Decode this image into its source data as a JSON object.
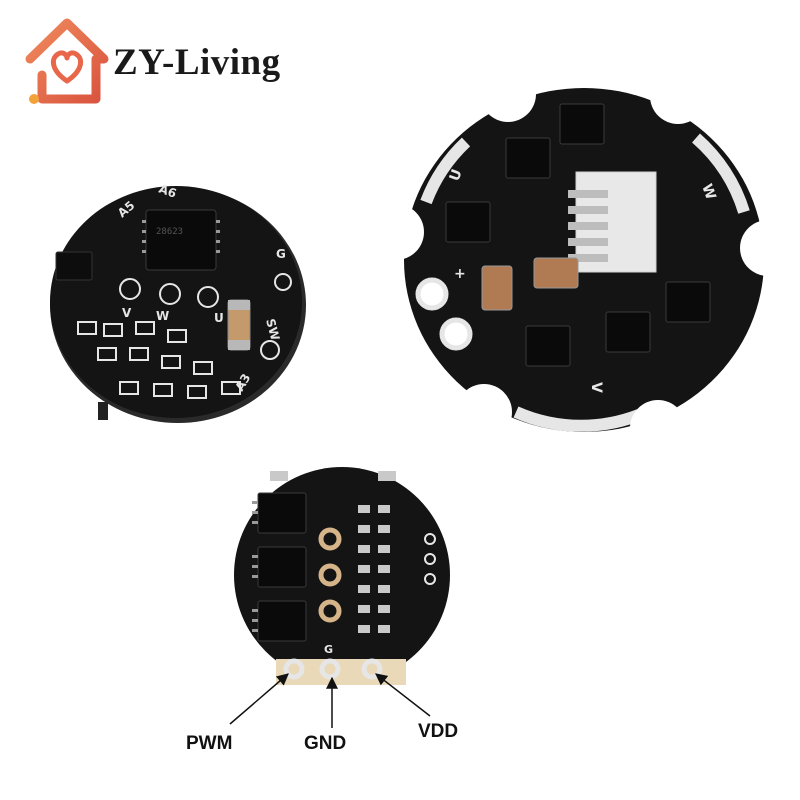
{
  "brand": {
    "name": "ZY-Living",
    "logo_icon": "house-heart-icon",
    "logo_color": "#e8674a"
  },
  "pcb_silk": {
    "board1": [
      "A6",
      "A5",
      "U",
      "W",
      "V",
      "G",
      "SW",
      "A3"
    ],
    "board2": [
      "U",
      "W",
      "V",
      "+"
    ],
    "board3": [
      "G"
    ]
  },
  "pins": {
    "pwm": "PWM",
    "gnd": "GND",
    "vdd": "VDD"
  },
  "colors": {
    "pcb": "#141414",
    "silkscreen": "#e6e6e6",
    "pad": "#c9c9c9"
  }
}
